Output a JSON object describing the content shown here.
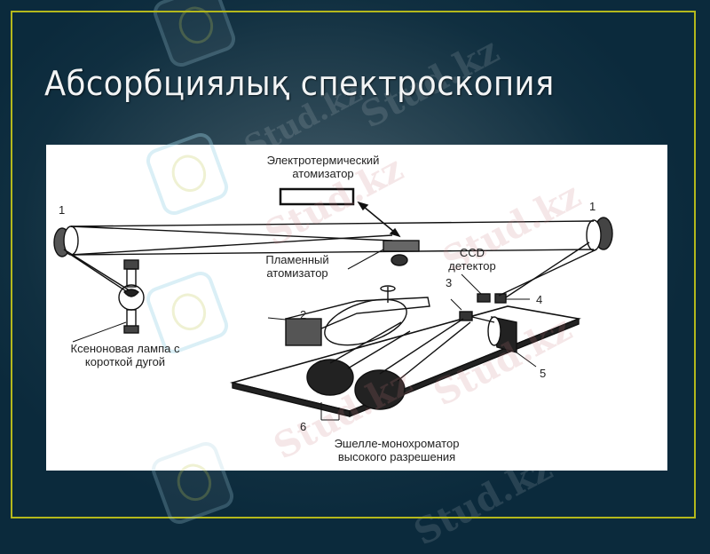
{
  "slide": {
    "title": "Абсорбциялық спектроскопия",
    "colors": {
      "background": "#0b2a3c",
      "frame_border": "#b4b81c",
      "title_text": "#f2f4f5",
      "figure_background": "#ffffff"
    }
  },
  "figure": {
    "labels": {
      "electrothermal_atomizer": [
        "Электротермический",
        "атомизатор"
      ],
      "flame_atomizer": [
        "Пламенный",
        "атомизатор"
      ],
      "ccd_detector": [
        "CCD",
        "детектор"
      ],
      "xenon_lamp": [
        "Ксеноновая лампа  с",
        "короткой дугой"
      ],
      "echelle_monochromator": [
        "Эшелле-монохроматор",
        "высокого разрешения"
      ]
    },
    "numbers": {
      "mirror_left": "1",
      "mirror_right": "1",
      "prism": "2",
      "slit": "3",
      "detector": "4",
      "mirror_5": "5",
      "mirrors_6": "6"
    }
  },
  "watermark": {
    "text": "Stud.kz"
  }
}
